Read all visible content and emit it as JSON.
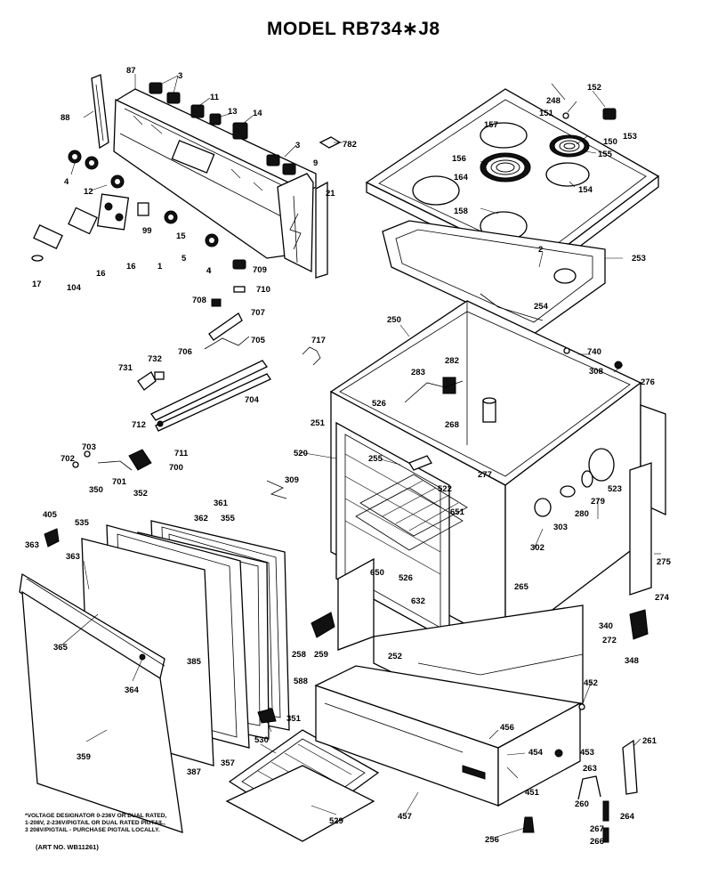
{
  "title": "MODEL RB734∗J8",
  "footnote": [
    "*VOLTAGE DESIGNATOR 0-236V OR DUAL RATED,",
    "1-208V, 2-236V/PIGTAIL OR DUAL RATED PIGTAIL,",
    "3 208V/PIGTAIL - PURCHASE PIGTAIL LOCALLY."
  ],
  "art_no": "(ART NO. WB11261)",
  "part_labels": [
    "3",
    "87",
    "88",
    "11",
    "13",
    "14",
    "3",
    "782",
    "9",
    "21",
    "4",
    "12",
    "4",
    "16",
    "99",
    "15",
    "5",
    "1",
    "4",
    "16",
    "17",
    "104",
    "709",
    "710",
    "708",
    "707",
    "705",
    "706",
    "731",
    "732",
    "704",
    "712",
    "703",
    "702",
    "701",
    "700",
    "711",
    "350",
    "352",
    "361",
    "362",
    "355",
    "405",
    "535",
    "363",
    "363",
    "365",
    "364",
    "385",
    "359",
    "351",
    "387",
    "357",
    "530",
    "529",
    "588",
    "457",
    "451",
    "456",
    "454",
    "452",
    "453",
    "256",
    "261",
    "263",
    "260",
    "264",
    "267",
    "266",
    "248",
    "152",
    "151",
    "153",
    "157",
    "150",
    "156",
    "164",
    "155",
    "154",
    "158",
    "2",
    "253",
    "254",
    "250",
    "740",
    "717",
    "283",
    "282",
    "308",
    "276",
    "526",
    "268",
    "251",
    "520",
    "255",
    "277",
    "522",
    "651",
    "523",
    "279",
    "280",
    "302",
    "303",
    "275",
    "309",
    "650",
    "526",
    "265",
    "632",
    "274",
    "272",
    "340",
    "348",
    "258",
    "259",
    "252"
  ]
}
